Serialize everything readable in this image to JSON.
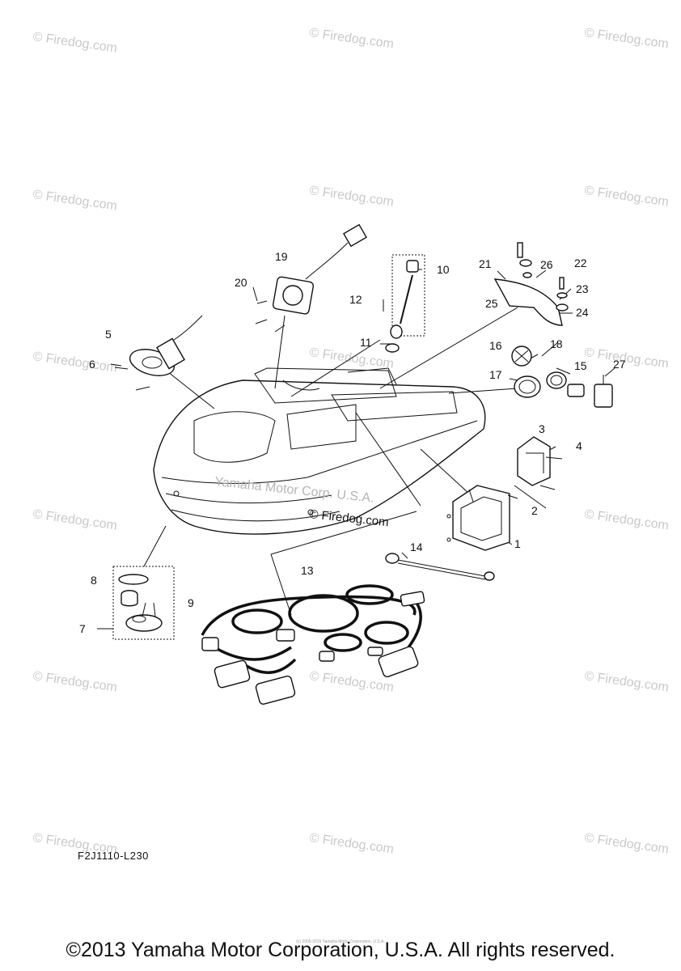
{
  "watermarks": {
    "text": "© Firedog.com",
    "boat_text": "Yamaha Motor Corp. U.S.A.",
    "center_text": "© Firedog.com"
  },
  "diagram_code": "F2J1110-L230",
  "copyright": "©2013 Yamaha Motor Corporation, U.S.A. All rights reserved.",
  "tiny_notice": "(c) 2005-2015 Yamaha Motor Corporation, U.S.A.",
  "callouts": [
    "1",
    "2",
    "3",
    "4",
    "5",
    "6",
    "7",
    "8",
    "9",
    "10",
    "11",
    "12",
    "13",
    "14",
    "15",
    "16",
    "17",
    "18",
    "19",
    "20",
    "21",
    "22",
    "23",
    "24",
    "25",
    "26",
    "27"
  ]
}
